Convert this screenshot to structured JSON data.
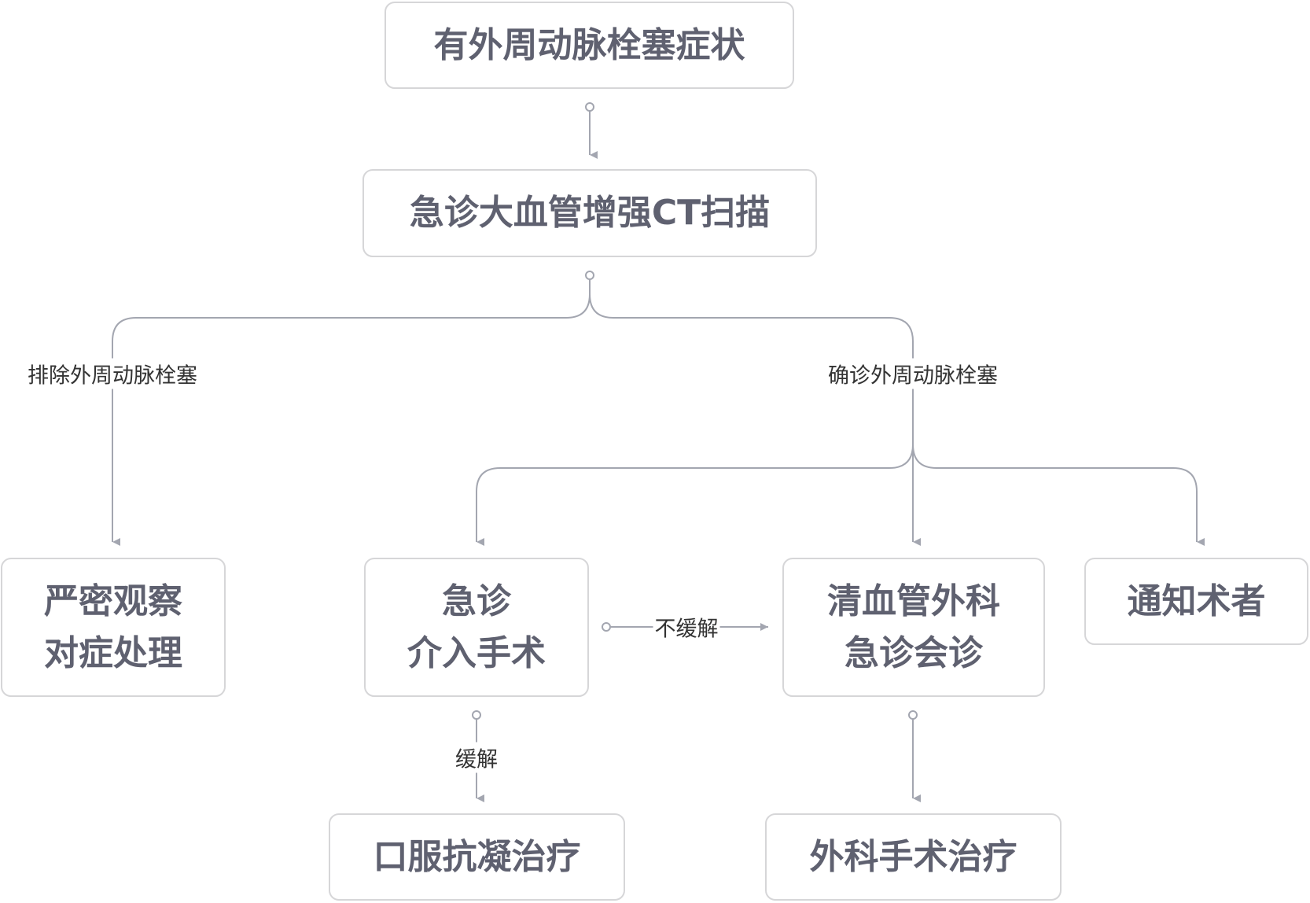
{
  "nodes": {
    "symptom": "有外周动脉栓塞症状",
    "ct": "急诊大血管增强CT扫描",
    "observe": [
      "严密观察",
      "对症处理"
    ],
    "intervention": [
      "急诊",
      "介入手术"
    ],
    "consult": [
      "清血管外科",
      "急诊会诊"
    ],
    "notify": "通知术者",
    "anticoag": "口服抗凝治疗",
    "surgery": "外科手术治疗"
  },
  "edges": {
    "exclude": "排除外周动脉栓塞",
    "confirm": "确诊外周动脉栓塞",
    "not_relieved": "不缓解",
    "relieved": "缓解"
  },
  "colors": {
    "line": "#a3a6b0",
    "border": "#d6d6d8",
    "text": "#5f6170"
  }
}
